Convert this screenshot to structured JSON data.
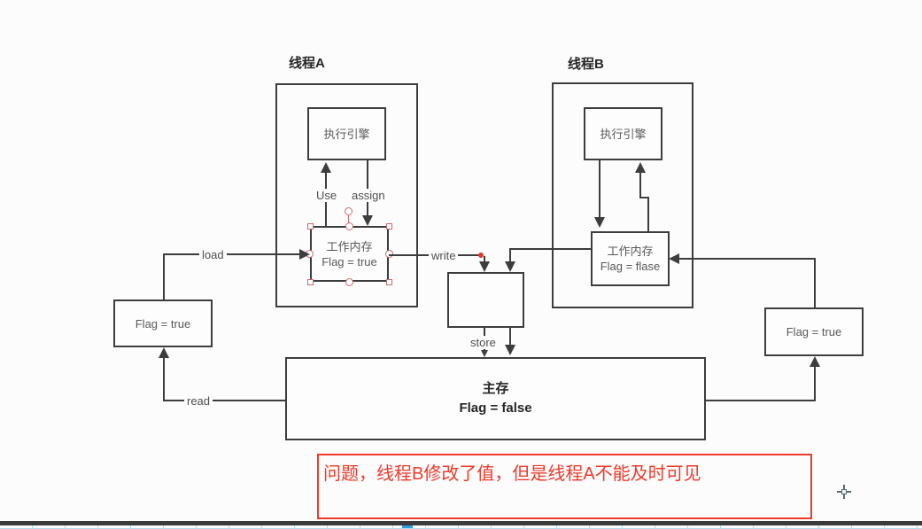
{
  "app": {
    "background_color": "#fcfcfc",
    "line_color": "#3d3d3d",
    "label_color": "#4f4f4f",
    "annotation_color": "#ee3a2a",
    "selection_handle_color": "#c96a6a",
    "scrollbar_thumb_color": "#2e9fd9"
  },
  "diagram": {
    "thread_a": {
      "title": "线程A",
      "engine_label": "执行引擎",
      "working_memory": {
        "line1": "工作内存",
        "line2": "Flag = true"
      },
      "use_label": "Use",
      "assign_label": "assign"
    },
    "thread_b": {
      "title": "线程B",
      "engine_label": "执行引擎",
      "working_memory": {
        "line1": "工作内存",
        "line2": "Flag = flase"
      }
    },
    "left_flag_box": {
      "label": "Flag = true"
    },
    "right_flag_box": {
      "label": "Flag = true"
    },
    "main_memory": {
      "line1": "主存",
      "line2": "Flag = false"
    },
    "edge_labels": {
      "load": "load",
      "write": "write",
      "store": "store",
      "read": "read"
    },
    "annotation": {
      "text": "问题，线程B修改了值，但是线程A不能及时可见"
    }
  }
}
